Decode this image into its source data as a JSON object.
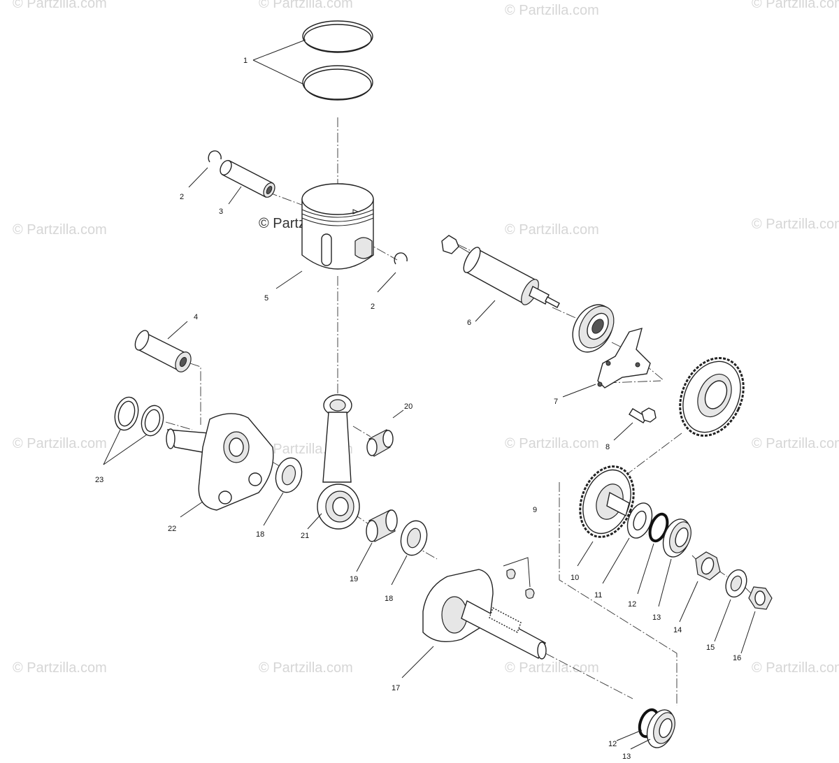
{
  "watermark": {
    "text": "© Partzilla.com"
  },
  "callouts": [
    {
      "id": "c1",
      "label": "1"
    },
    {
      "id": "c2a",
      "label": "2"
    },
    {
      "id": "c2b",
      "label": "2"
    },
    {
      "id": "c3",
      "label": "3"
    },
    {
      "id": "c4",
      "label": "4"
    },
    {
      "id": "c5",
      "label": "5"
    },
    {
      "id": "c6",
      "label": "6"
    },
    {
      "id": "c7",
      "label": "7"
    },
    {
      "id": "c8",
      "label": "8"
    },
    {
      "id": "c9",
      "label": "9"
    },
    {
      "id": "c10",
      "label": "10"
    },
    {
      "id": "c11",
      "label": "11"
    },
    {
      "id": "c12a",
      "label": "12"
    },
    {
      "id": "c12b",
      "label": "12"
    },
    {
      "id": "c13a",
      "label": "13"
    },
    {
      "id": "c13b",
      "label": "13"
    },
    {
      "id": "c14",
      "label": "14"
    },
    {
      "id": "c15",
      "label": "15"
    },
    {
      "id": "c16",
      "label": "16"
    },
    {
      "id": "c17",
      "label": "17"
    },
    {
      "id": "c18a",
      "label": "18"
    },
    {
      "id": "c18b",
      "label": "18"
    },
    {
      "id": "c19",
      "label": "19"
    },
    {
      "id": "c20",
      "label": "20"
    },
    {
      "id": "c21",
      "label": "21"
    },
    {
      "id": "c22",
      "label": "22"
    },
    {
      "id": "c23",
      "label": "23"
    }
  ]
}
